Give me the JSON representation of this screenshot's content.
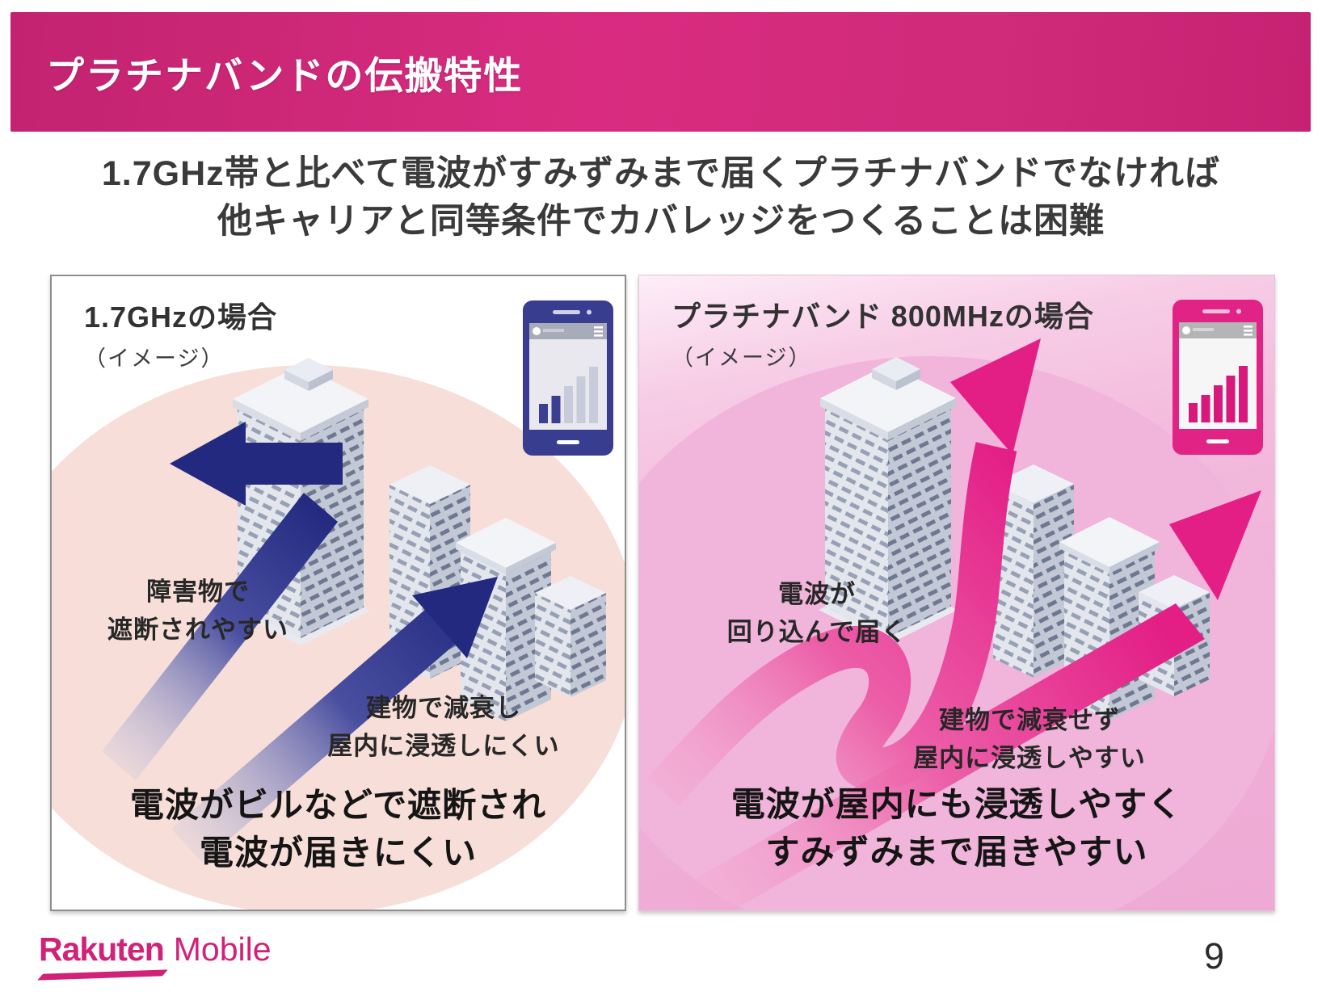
{
  "slide": {
    "header": {
      "title": "プラチナバンドの伝搬特性"
    },
    "subtitle": {
      "line1": "1.7GHz帯と比べて電波がすみずみまで届くプラチナバンドでなければ",
      "line2": "他キャリアと同等条件でカバレッジをつくることは困難"
    },
    "left_panel": {
      "title": "1.7GHzの場合",
      "caption": "（イメージ）",
      "phone_icon": "smartphone-weak-signal",
      "annotations": {
        "blocked": "障害物で\n遮断されやすい",
        "attenuated": "建物で減衰し\n屋内に浸透しにくい"
      },
      "summary": "電波がビルなどで遮断され\n電波が届きにくい"
    },
    "right_panel": {
      "title": "プラチナバンド 800MHzの場合",
      "caption": "（イメージ）",
      "phone_icon": "smartphone-strong-signal",
      "annotations": {
        "diffraction": "電波が\n回り込んで届く",
        "penetration": "建物で減衰せず\n屋内に浸透しやすい"
      },
      "summary": "電波が屋内にも浸透しやすく\nすみずみまで届きやすい"
    },
    "footer": {
      "logo_primary": "Rakuten",
      "logo_secondary": "Mobile",
      "page_number": "9"
    },
    "colors": {
      "brand_magenta": "#d0267e",
      "header_magenta": "#d02a7c",
      "navy_arrow": "#23297f",
      "pink_arrow": "#e31f86"
    }
  }
}
